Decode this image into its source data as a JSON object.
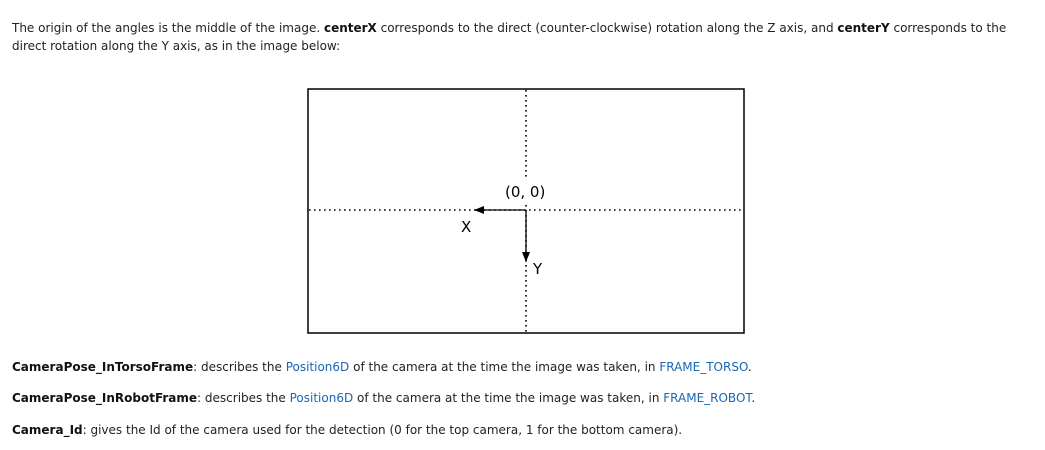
{
  "intro": {
    "t1": "The origin of the angles is the middle of the image. ",
    "k1": "centerX",
    "t2": " corresponds to the direct (counter-clockwise) rotation along the Z axis, and ",
    "k2": "centerY",
    "t3": " corresponds to the direct rotation along the Y axis, as in the image below:"
  },
  "figure": {
    "origin_label": "(0, 0)",
    "x_label": "X",
    "y_label": "Y"
  },
  "paragraphs": [
    {
      "term": "CameraPose_InTorsoFrame",
      "t1": ": describes the ",
      "link1": "Position6D",
      "t2": " of the camera at the time the image was taken, in ",
      "link2": "FRAME_TORSO",
      "t3": "."
    },
    {
      "term": "CameraPose_InRobotFrame",
      "t1": ": describes the ",
      "link1": "Position6D",
      "t2": " of the camera at the time the image was taken, in ",
      "link2": "FRAME_ROBOT",
      "t3": "."
    },
    {
      "term": "Camera_Id",
      "t1": ": gives the Id of the camera used for the detection (0 for the top camera, 1 for the bottom camera)."
    }
  ]
}
